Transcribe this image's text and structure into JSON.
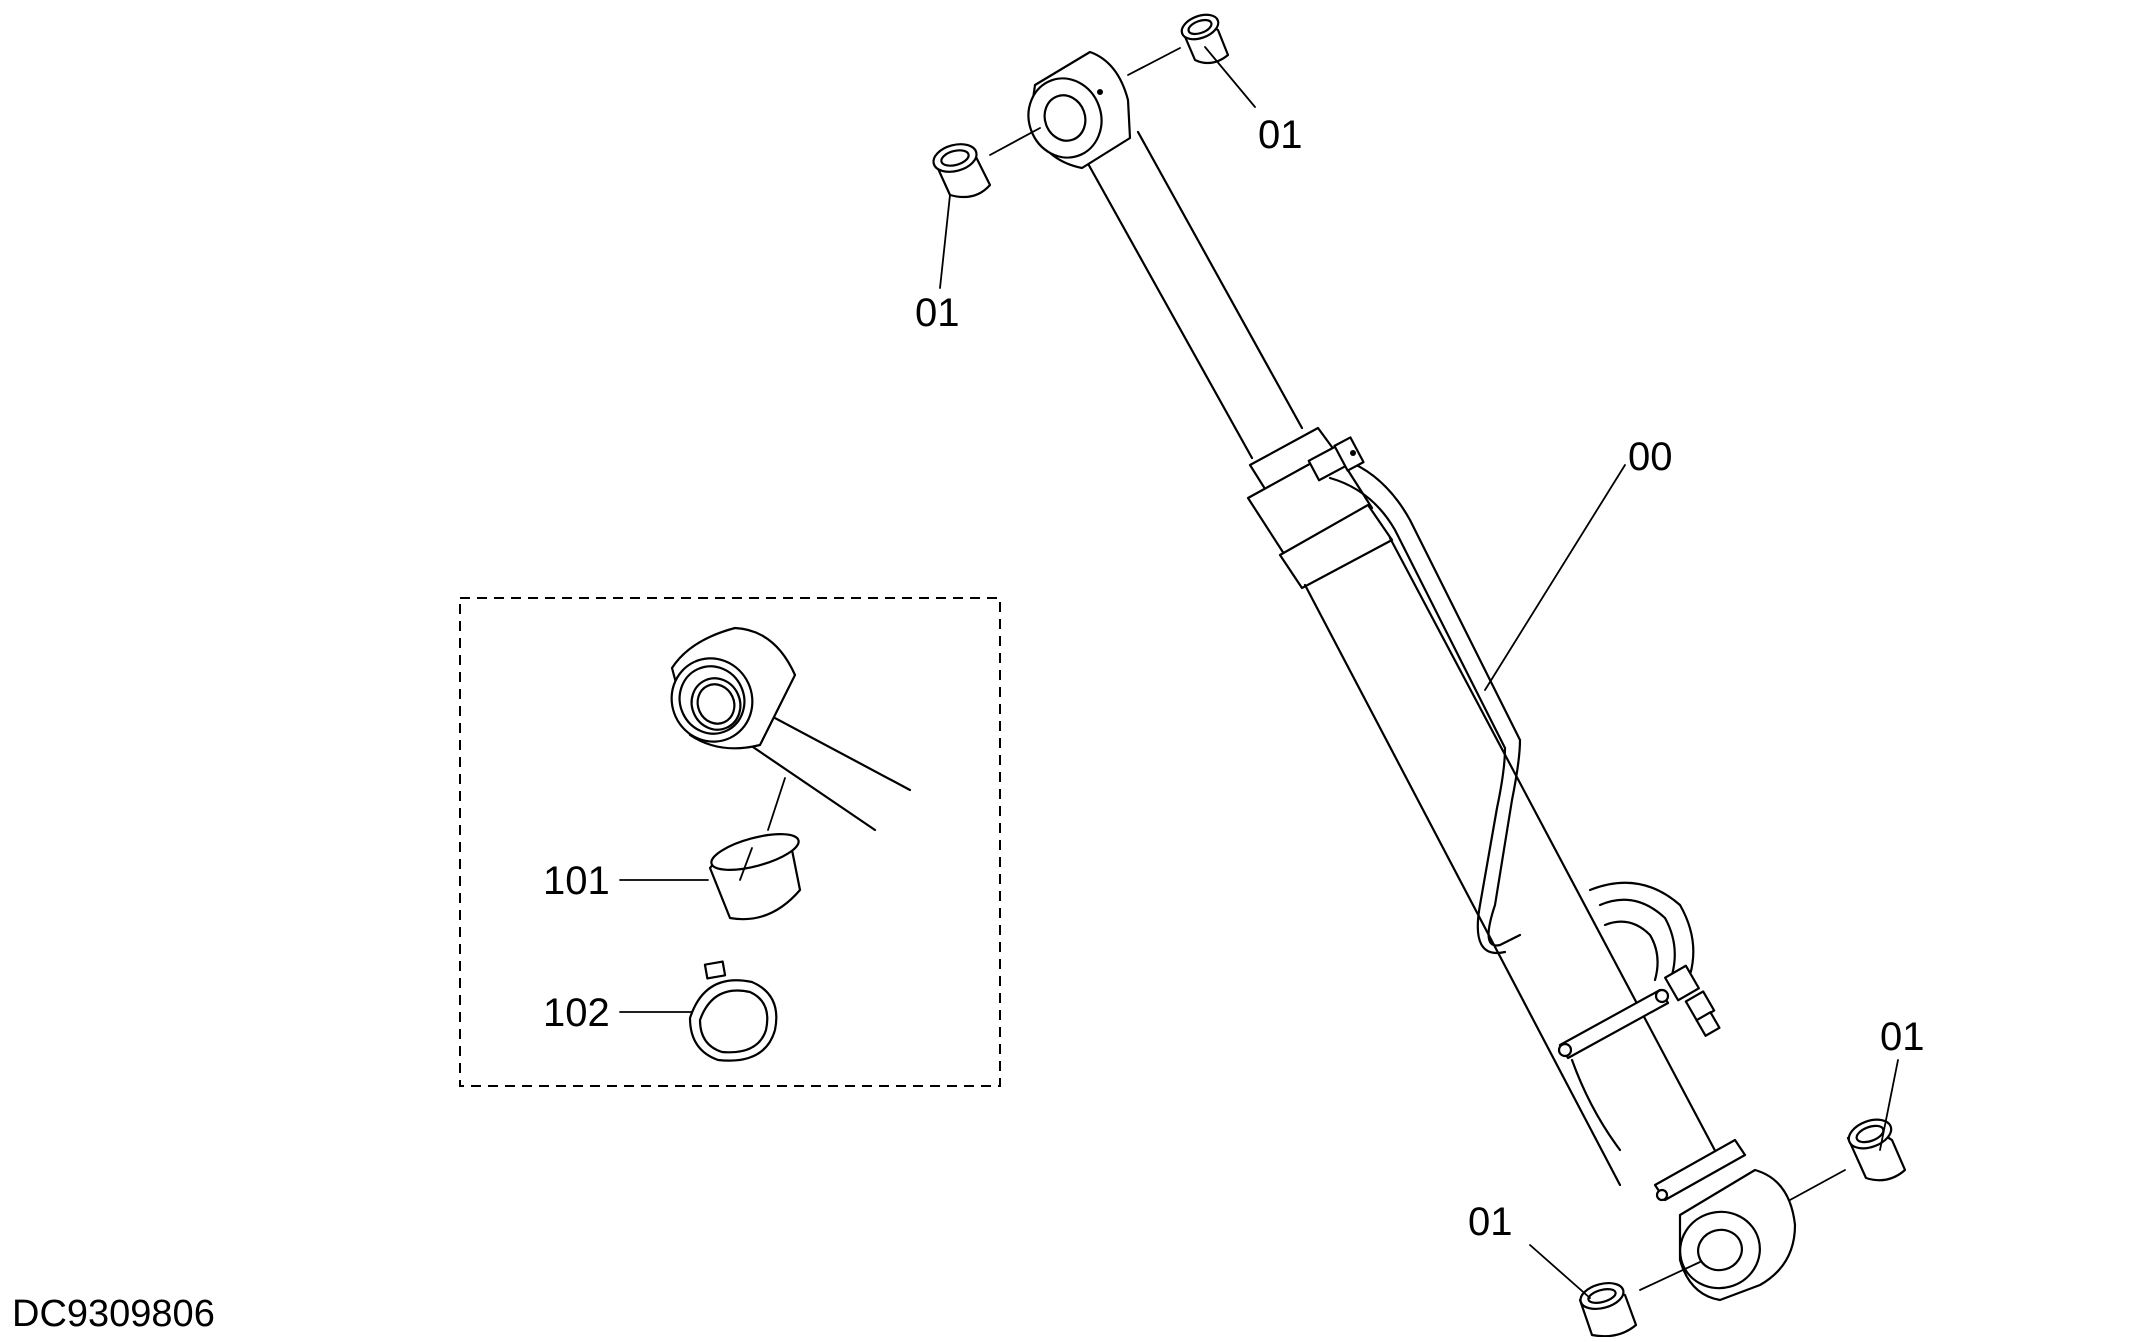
{
  "drawing_id": "DC9309806",
  "callouts": {
    "bush_top_right": "01",
    "bush_top_left": "01",
    "cylinder_assembly": "00",
    "bush_bottom_right": "01",
    "bush_bottom_left": "01",
    "detail_bushing": "101",
    "detail_seal": "102"
  }
}
